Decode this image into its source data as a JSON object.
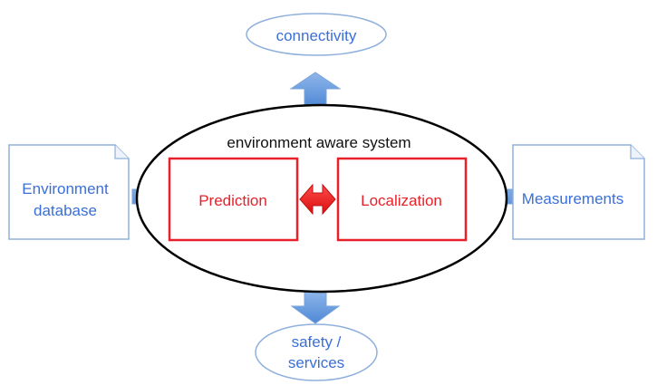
{
  "diagram": {
    "top_node": "connectivity",
    "bottom_node_line1": "safety /",
    "bottom_node_line2": "services",
    "left_doc_line1": "Environment",
    "left_doc_line2": "database",
    "right_doc": "Measurements",
    "system_title": "environment aware system",
    "prediction": "Prediction",
    "localization": "Localization"
  },
  "colors": {
    "blue_text": "#3a6fd8",
    "red_accent": "#e8202a",
    "arrow_fill": "#6fa2e0",
    "shape_border": "#8fb0dc"
  }
}
